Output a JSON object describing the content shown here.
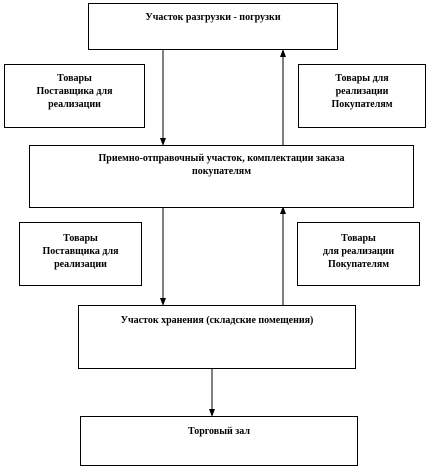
{
  "diagram": {
    "nodes": {
      "unloading": [
        "Участок разгрузки - погрузки"
      ],
      "supplier_goods_top": [
        "Товары",
        "Поставщика для",
        "реализации"
      ],
      "buyer_goods_top": [
        "Товары для",
        "реализации",
        "Покупателям"
      ],
      "receiving": [
        "Приемно-отправочный участок, комплектации  заказа",
        "покупателям"
      ],
      "supplier_goods_bottom": [
        "Товары",
        "Поставщика для",
        "реализации"
      ],
      "buyer_goods_bottom": [
        "Товары",
        "для реализации",
        "Покупателям"
      ],
      "storage": [
        "Участок хранения (складские помещения)"
      ],
      "sales_floor": [
        "Торговый зал"
      ]
    },
    "edges": [
      {
        "from": "unloading",
        "to": "receiving",
        "direction": "down"
      },
      {
        "from": "receiving",
        "to": "unloading",
        "direction": "up"
      },
      {
        "from": "receiving",
        "to": "storage",
        "direction": "down"
      },
      {
        "from": "storage",
        "to": "receiving",
        "direction": "up"
      },
      {
        "from": "storage",
        "to": "sales_floor",
        "direction": "down"
      }
    ],
    "colors": {
      "stroke": "#000000",
      "background": "#ffffff"
    }
  }
}
